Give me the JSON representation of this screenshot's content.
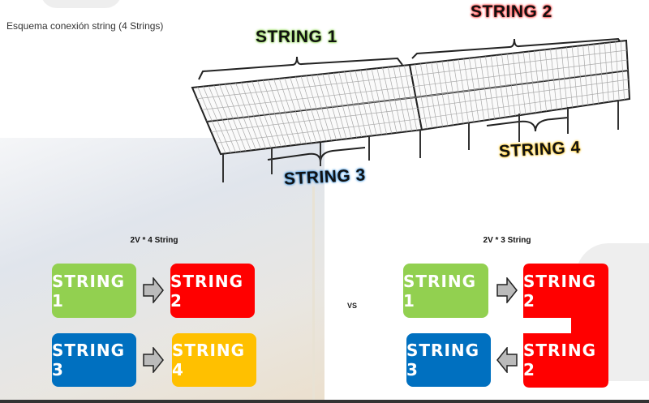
{
  "caption": "Esquema conexión string (4 Strings)",
  "array_labels": {
    "string1": "STRING 1",
    "string2": "STRING 2",
    "string3": "STRING 3",
    "string4": "STRING 4"
  },
  "left_scheme": {
    "title": "2V * 4 String",
    "boxes": [
      "STRING 1",
      "STRING 2",
      "STRING 3",
      "STRING 4"
    ]
  },
  "vs_label": "VS",
  "right_scheme": {
    "title": "2V * 3 String",
    "boxes": [
      "STRING 1",
      "STRING 2",
      "STRING 2",
      "STRING 3"
    ]
  },
  "colors": {
    "green": "#92d050",
    "red": "#ff0000",
    "blue": "#0070c0",
    "yellow": "#ffc000"
  }
}
